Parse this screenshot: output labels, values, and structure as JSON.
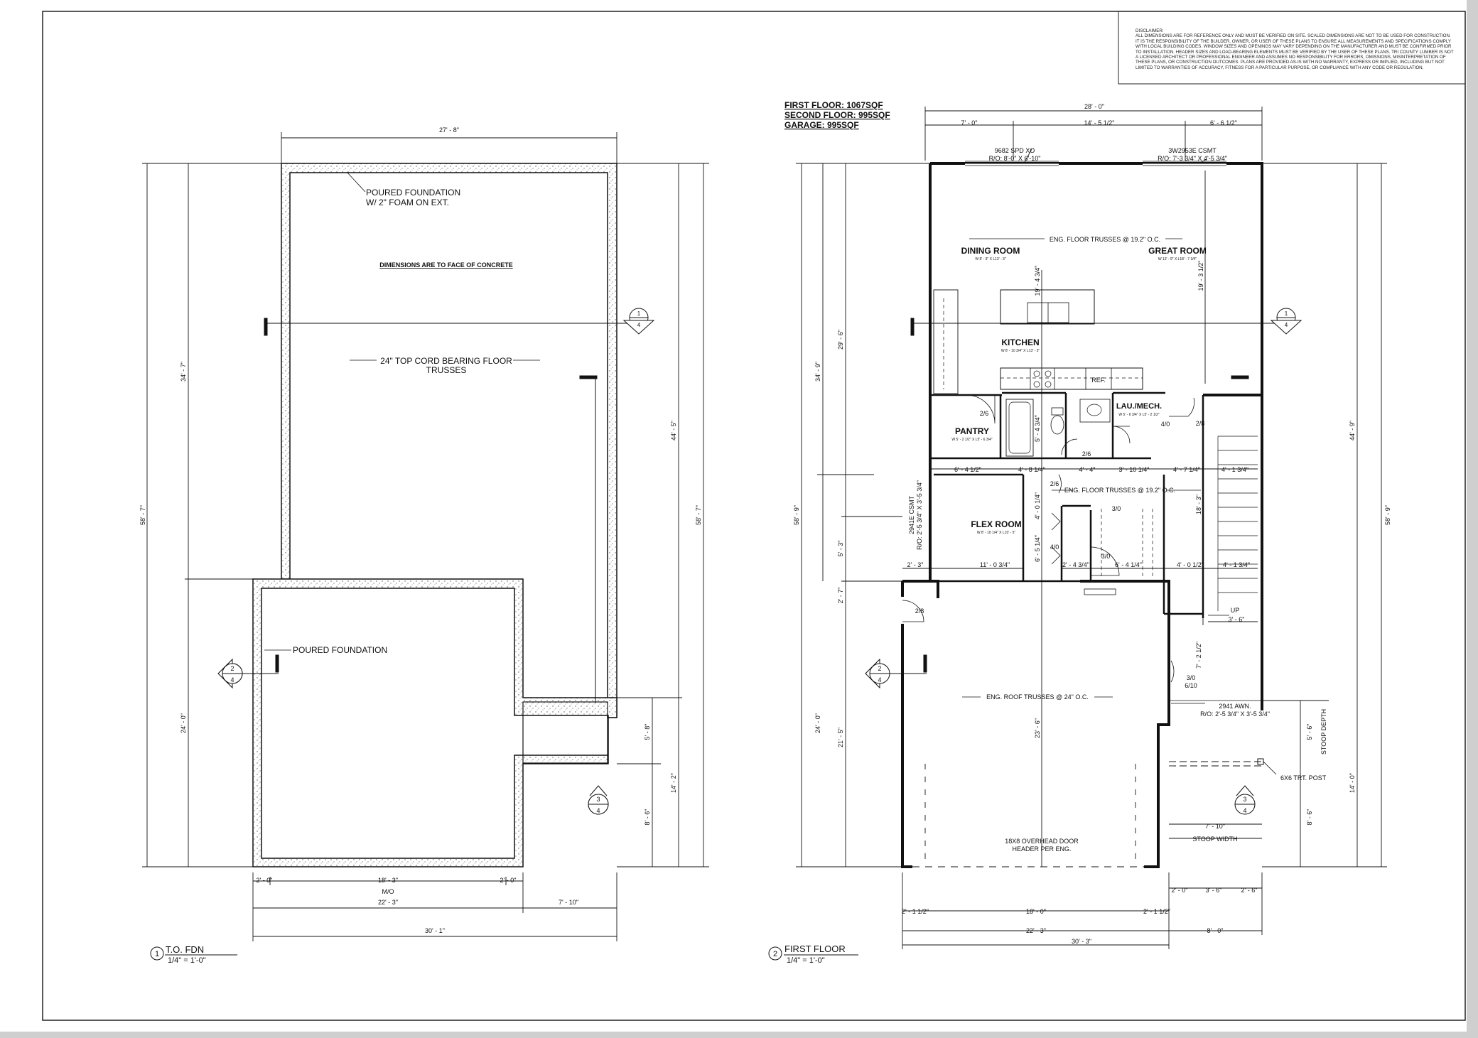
{
  "disclaimer": {
    "title": "DISCLAIMER:",
    "body": "ALL DIMENSIONS ARE FOR REFERENCE ONLY AND MUST BE VERIFIED ON SITE. SCALED DIMENSIONS ARE NOT TO BE USED FOR CONSTRUCTION. IT IS THE RESPONSIBILITY OF THE BUILDER, OWNER, OR USER OF THESE PLANS TO ENSURE ALL MEASUREMENTS AND SPECIFICATIONS COMPLY WITH LOCAL BUILDING CODES. WINDOW SIZES AND OPENINGS MAY VARY DEPENDING ON THE MANUFACTURER AND MUST BE CONFIRMED PRIOR TO INSTALLATION. HEADER SIZES AND LOAD-BEARING ELEMENTS MUST BE VERIFIED BY THE USER OF THESE PLANS. TRI COUNTY LUMBER IS NOT A LICENSED ARCHITECT OR PROFESSIONAL ENGINEER AND ASSUMES NO RESPONSIBILITY FOR ERRORS, OMISSIONS, MISINTERPRETATION OF THESE PLANS, OR CONSTRUCTION OUTCOMES. PLANS ARE PROVIDED AS-IS WITH NO WARRANTY, EXPRESS OR IMPLIED, INCLUDING BUT NOT LIMITED TO WARRANTIES OF ACCURACY, FITNESS FOR A PARTICULAR PURPOSE, OR COMPLIANCE WITH ANY CODE OR REGULATION."
  },
  "areas": [
    "FIRST FLOOR: 1067SQF",
    "SECOND FLOOR: 995SQF",
    "GARAGE: 995SQF"
  ],
  "foundation": {
    "title": "T.O. FDN",
    "scale": "1/4\" = 1'-0\"",
    "number": "1",
    "notes": {
      "poured1": "POURED FOUNDATION",
      "poured1b": "W/ 2\" FOAM ON EXT.",
      "dims_note": "DIMENSIONS ARE TO FACE OF CONCRETE",
      "truss1": "24\" TOP CORD BEARING FLOOR",
      "truss2": "TRUSSES",
      "poured2": "POURED FOUNDATION"
    },
    "dims": {
      "top": "27' - 8\"",
      "left_outer": "58' - 7\"",
      "left_upper": "34' - 7\"",
      "left_lower": "24' - 0\"",
      "right_outer": "58' - 7\"",
      "right_inner": "44' - 5\"",
      "right_lower": "14' - 2\"",
      "right_a": "5' - 8\"",
      "right_b": "8' - 6\"",
      "b_left": "2' - 0\"",
      "b_mid": "18' - 3\"",
      "b_right": "2' - 0\"",
      "mo": "M/O",
      "b2": "22' - 3\"",
      "b2r": "7' - 10\"",
      "b3": "30' - 1\""
    },
    "sections": {
      "s1_num": "1",
      "s1_sheet": "4",
      "s2_num": "2",
      "s2_sheet": "4",
      "s3_num": "3",
      "s3_sheet": "4"
    }
  },
  "first_floor": {
    "title": "FIRST FLOOR",
    "scale": "1/4\" = 1'-0\"",
    "number": "2",
    "rooms": {
      "dining": "DINING ROOM",
      "dining_dim": "W 8' - 9\" X L13' - 3\"",
      "great": "GREAT ROOM",
      "great_dim": "W 13' - 9\" X L18' - 7 3/4\"",
      "kitchen": "KITCHEN",
      "kitchen_dim": "W 8' - 10 3/4\" X L13' - 3\"",
      "pantry": "PANTRY",
      "pantry_dim": "W 5' - 2 1/2\" X L5' - 6 3/4\"",
      "lau": "LAU./MECH.",
      "lau_dim": "W 5' - 6 3/4\" X L5' - 2 1/2\"",
      "flex": "FLEX ROOM",
      "flex_dim": "W 8' - 10 1/4\" X L10' - 5\""
    },
    "notes": {
      "spd": "9682 SPD XO",
      "spd_ro": "R/O: 8'-0\" X 6'-10\"",
      "csmt": "3W2953E CSMT",
      "csmt_ro": "R/O: 7'-3 3/4\" X 4'-5 3/4\"",
      "eng1": "ENG. FLOOR TRUSSES @ 19.2\" O.C.",
      "eng2": "ENG. FLOOR TRUSSES @ 19.2\" O.C.",
      "eng_roof": "ENG. ROOF TRUSSES @ 24\" O.C.",
      "ref": "REF.",
      "csmt2": "2941E CSMT",
      "csmt2_ro": "R/O: 2'-5 3/4\" X 3'-5 3/4\"",
      "awn": "2941 AWN.",
      "awn_ro": "R/O: 2'-5 3/4\" X 3'-5 3/4\"",
      "post": "6X6 TRT. POST",
      "ohd": "18X8 OVERHEAD DOOR",
      "header": "HEADER PER ENG.",
      "stoop_depth": "STOOP DEPTH",
      "stoop_width": "STOOP WIDTH",
      "up": "UP"
    },
    "doors": {
      "d1": "2/6",
      "d2": "2/6",
      "d3": "2/6",
      "d4": "4/0",
      "d5": "2/8",
      "d6": "3/0",
      "d7": "4/0",
      "d8": "3/0",
      "d9": "2/8",
      "d10": "3/0",
      "d10b": "6/10"
    },
    "dims": {
      "top": "28' - 0\"",
      "top_a": "7' - 0\"",
      "top_b": "14' - 5 1/2\"",
      "top_c": "6' - 6 1/2\"",
      "left_outer": "58' - 9\"",
      "left_upper": "34' - 9\"",
      "left_a": "29' - 6\"",
      "left_b": "5' - 3\"",
      "left_c": "2' - 7\"",
      "left_d": "21' - 5\"",
      "left_lower": "24' - 0\"",
      "right_outer": "58' - 9\"",
      "right_inner": "44' - 9\"",
      "right_a": "5' - 6\"",
      "right_b": "8' - 6\"",
      "right_lower": "14' - 0\"",
      "k1": "19' - 4 3/4\"",
      "g1": "19' - 3 1/2\"",
      "bath": "5' - 4 3/4\"",
      "flex_v1": "4' - 0 1/4\"",
      "flex_v2": "6' - 5 1/4\"",
      "garage_v": "23' - 6\"",
      "stair_v": "18' - 3\"",
      "stair_v2": "7' - 2 1/2\"",
      "r1": "6' - 4 1/2\"",
      "r2": "4' - 8 1/4\"",
      "r3": "4' - 4\"",
      "r4": "3' - 10 1/4\"",
      "r5": "4' - 7 1/4\"",
      "r6": "4' - 1 3/4\"",
      "f1": "2' - 3\"",
      "f2": "11' - 0 3/4\"",
      "f3": "2' - 4 3/4\"",
      "f4": "6' - 4 1/4\"",
      "f5": "4' - 0 1/2\"",
      "f6": "4' - 1 3/4\"",
      "f7": "3' - 6\"",
      "stoop_w": "7' - 10\"",
      "b_s1": "2' - 0\"",
      "b_s2": "3' - 6\"",
      "b_s3": "2' - 6\"",
      "b1": "2' - 1 1/2\"",
      "b2": "18' - 0\"",
      "b3": "2' - 1 1/2\"",
      "b4": "22' - 3\"",
      "b5": "8' - 0\"",
      "b6": "30' - 3\""
    },
    "sections": {
      "s1_num": "1",
      "s1_sheet": "4",
      "s2_num": "2",
      "s2_sheet": "4",
      "s3_num": "3",
      "s3_sheet": "4"
    }
  }
}
